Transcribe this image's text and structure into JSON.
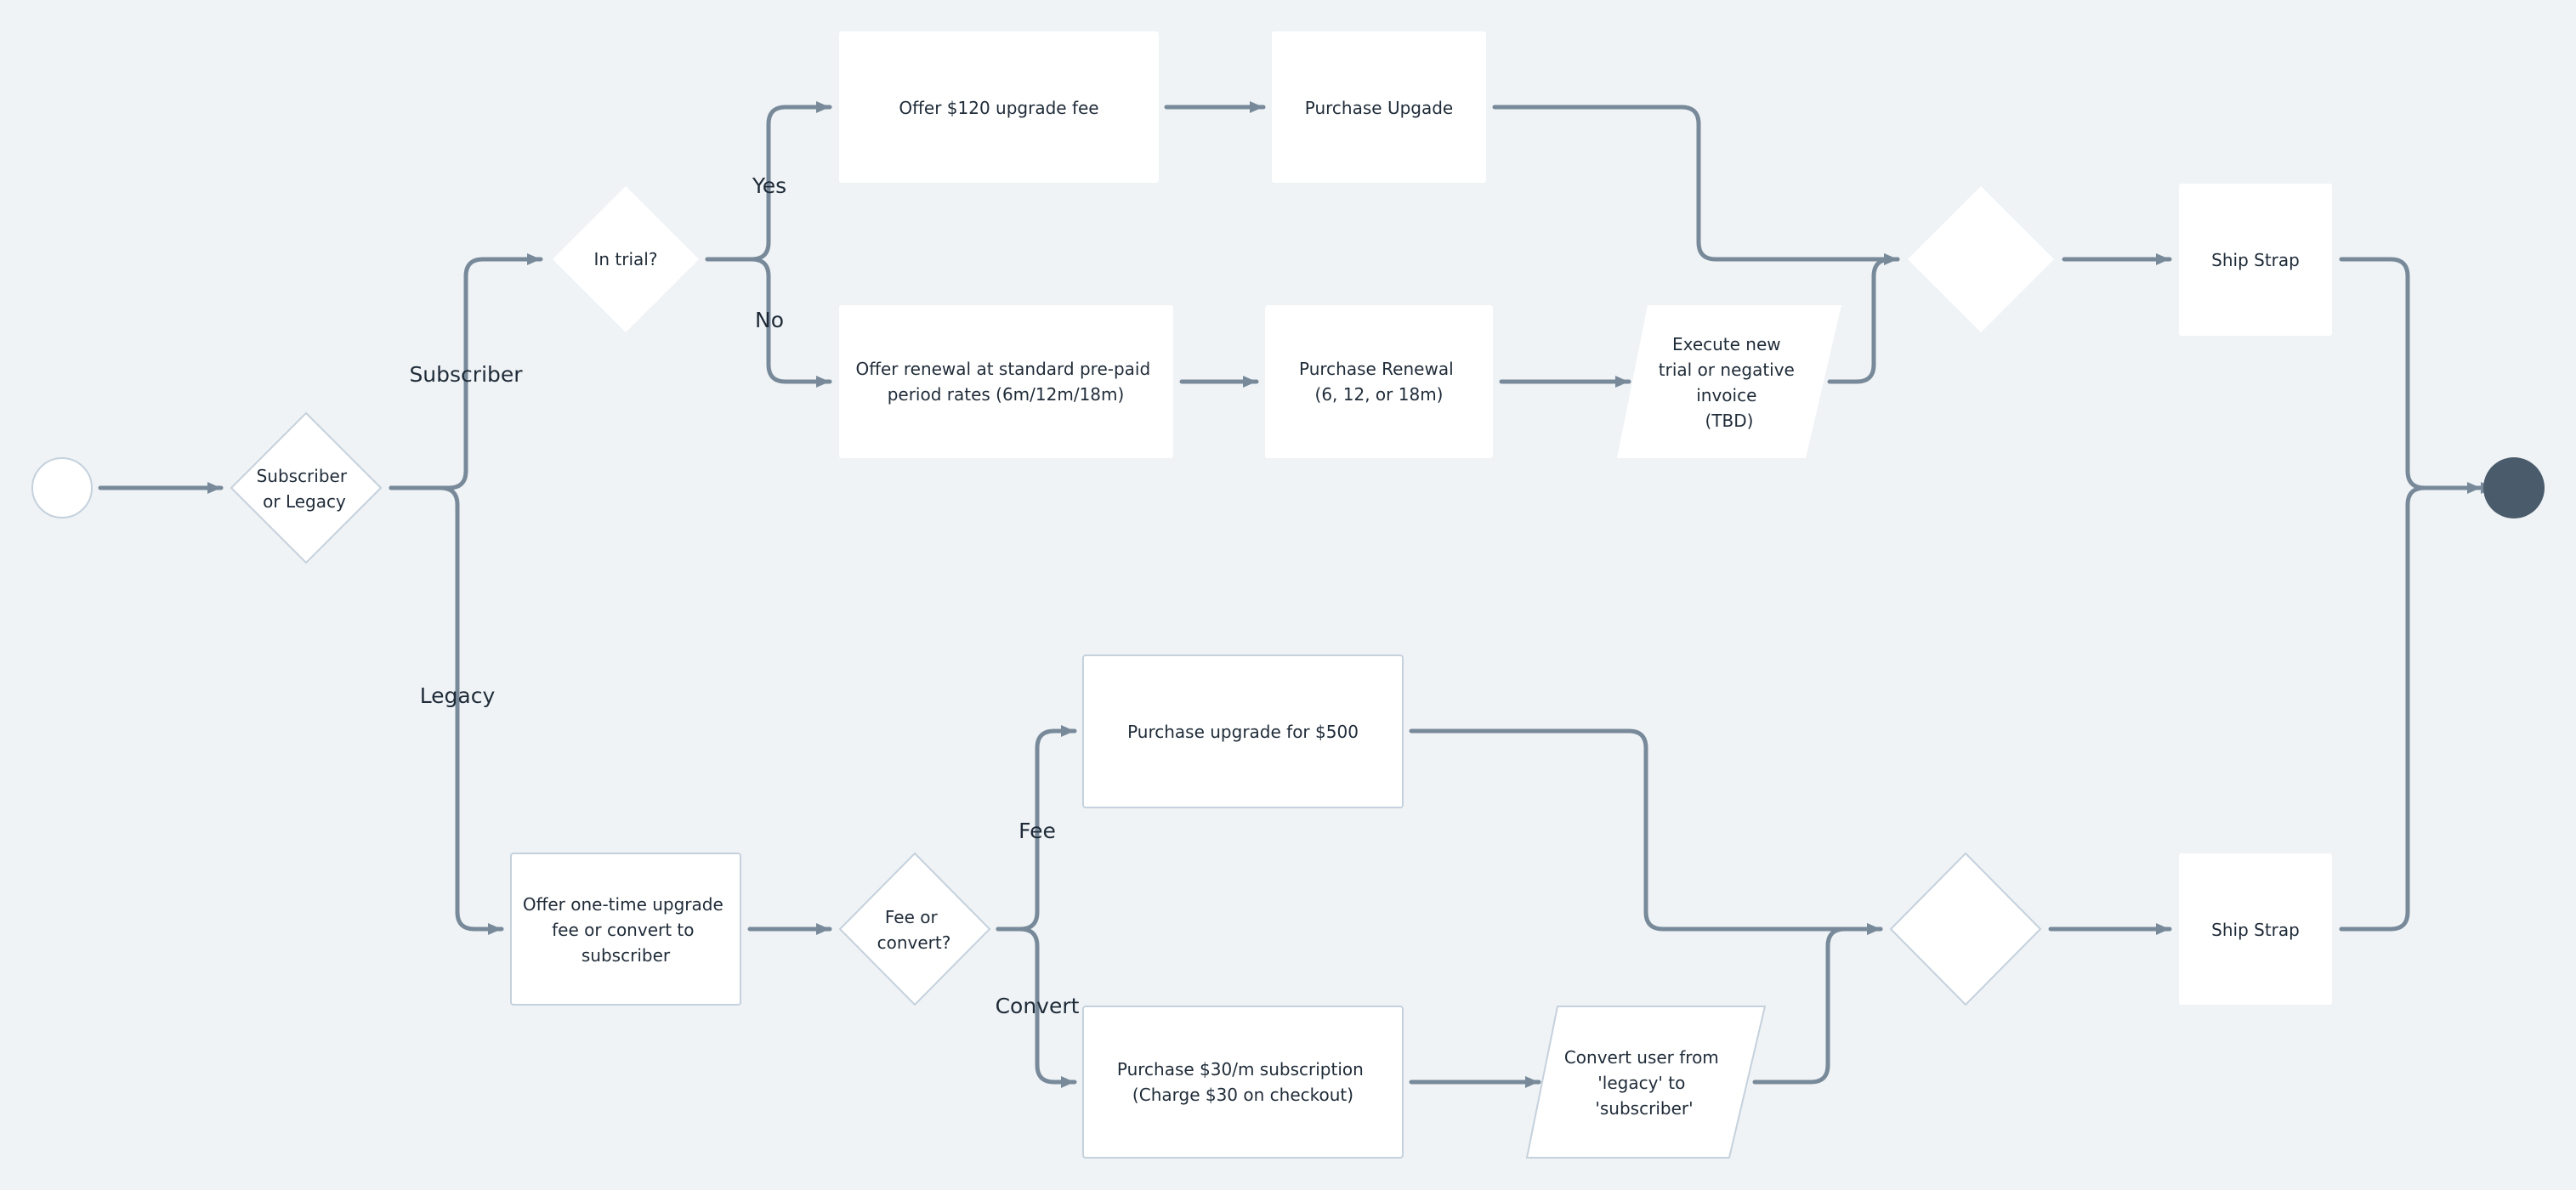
{
  "nodes": {
    "subscriber_or_legacy": [
      "Subscriber",
      "or Legacy"
    ],
    "in_trial": [
      "In trial?"
    ],
    "offer_upgrade_fee": [
      "Offer $120 upgrade fee"
    ],
    "purchase_upgrade": [
      "Purchase Upgade"
    ],
    "offer_renewal": [
      "Offer renewal at standard pre-paid",
      "period rates (6m/12m/18m)"
    ],
    "purchase_renewal": [
      "Purchase Renewal",
      "(6, 12, or 18m)"
    ],
    "execute_new_trial": [
      "Execute new",
      "trial or negative",
      "invoice",
      "(TBD)"
    ],
    "ship_strap_top": [
      "Ship Strap"
    ],
    "offer_one_time": [
      "Offer one-time upgrade",
      "fee or convert to",
      "subscriber"
    ],
    "fee_or_convert": [
      "Fee or",
      "convert?"
    ],
    "purchase_upgrade_500": [
      "Purchase upgrade for $500"
    ],
    "purchase_subscription": [
      "Purchase $30/m subscription",
      "(Charge $30 on checkout)"
    ],
    "convert_user": [
      "Convert user from",
      "'legacy' to",
      "'subscriber'"
    ],
    "ship_strap_bottom": [
      "Ship Strap"
    ]
  },
  "edge_labels": {
    "subscriber": "Subscriber",
    "legacy": "Legacy",
    "yes": "Yes",
    "no": "No",
    "fee": "Fee",
    "convert": "Convert"
  },
  "colors": {
    "background": "#eff3f6",
    "node_fill": "#ffffff",
    "node_border": "#c5d1dc",
    "edge": "#788a9a",
    "end_fill": "#4a5b6b",
    "text": "#1f2b38"
  }
}
